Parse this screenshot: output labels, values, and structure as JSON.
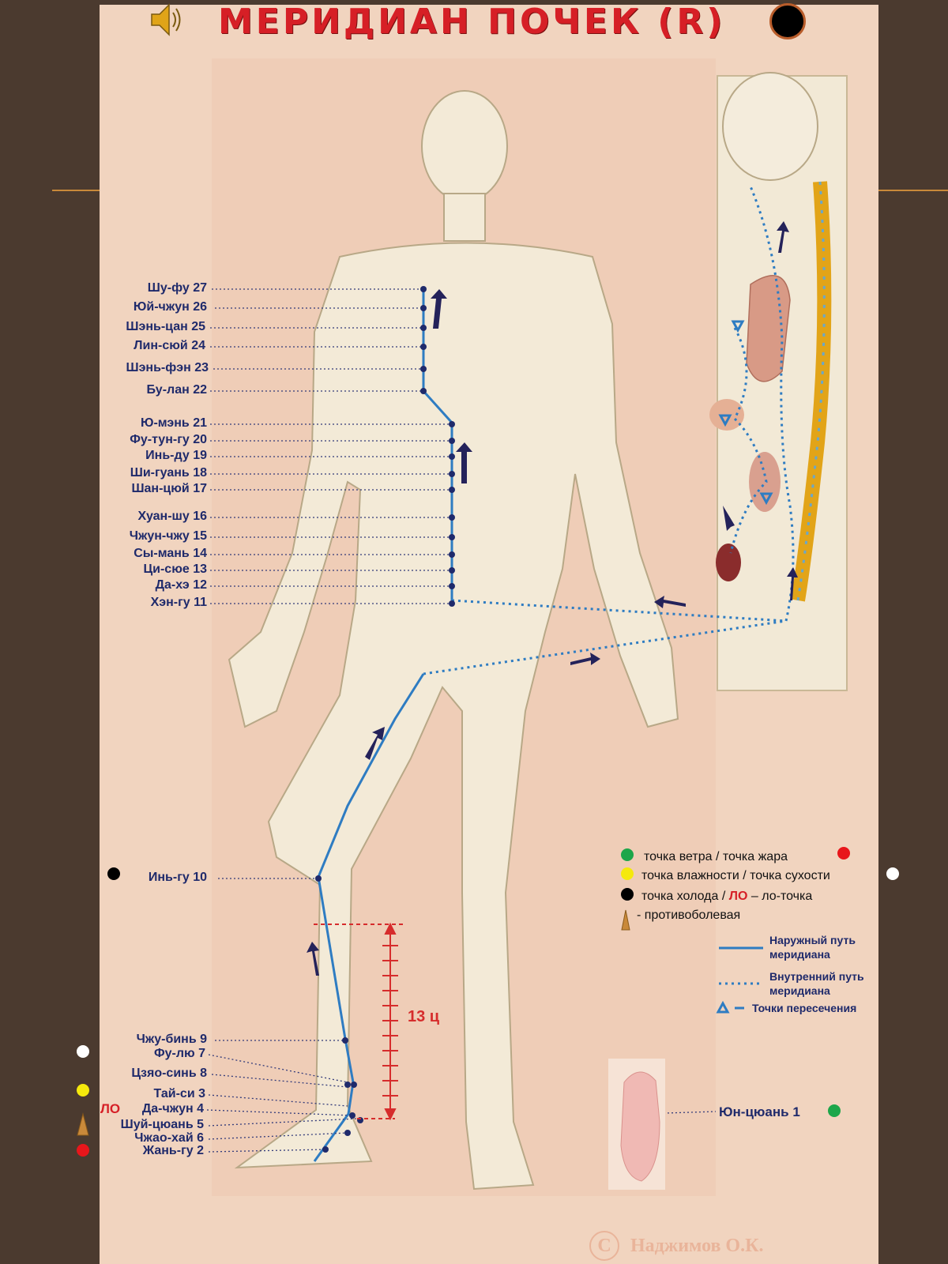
{
  "title": "МЕРИДИАН ПОЧЕК (R)",
  "colors": {
    "background": "#4b3a2f",
    "panel": "#f1d4bf",
    "title": "#d61f26",
    "meridian": "#2e7cc2",
    "labels": "#1f2a6b",
    "wind": "#1da64a",
    "heat": "#e8161b",
    "moisture": "#f5e90c",
    "cold": "#000000"
  },
  "points_left": [
    {
      "label": "Шу-фу 27"
    },
    {
      "label": "Юй-чжун 26"
    },
    {
      "label": "Шэнь-цан 25"
    },
    {
      "label": "Лин-сюй 24"
    },
    {
      "label": "Шэнь-фэн 23"
    },
    {
      "label": "Бу-лан 22"
    },
    {
      "label": "Ю-мэнь 21"
    },
    {
      "label": "Фу-тун-гу 20"
    },
    {
      "label": "Инь-ду 19"
    },
    {
      "label": "Ши-гуань 18"
    },
    {
      "label": "Шан-цюй 17"
    },
    {
      "label": "Хуан-шу 16"
    },
    {
      "label": "Чжун-чжу 15"
    },
    {
      "label": "Сы-мань 14"
    },
    {
      "label": "Ци-сюе 13"
    },
    {
      "label": "Да-хэ 12"
    },
    {
      "label": "Хэн-гу 11"
    },
    {
      "label": "Инь-гу 10"
    },
    {
      "label": "Чжу-бинь 9"
    },
    {
      "label": "Фу-лю 7"
    },
    {
      "label": "Цзяо-синь 8"
    },
    {
      "label": "Тай-си 3"
    },
    {
      "label": "Да-чжун 4"
    },
    {
      "label": "Шуй-цюань 5"
    },
    {
      "label": "Чжао-хай 6"
    },
    {
      "label": "Жань-гу 2"
    }
  ],
  "lo_marker": "ЛО",
  "foot_point": "Юн-цюань 1",
  "ruler_label": "13 ц",
  "legend": {
    "wind_heat": "точка ветра  / точка жара",
    "moisture_dry": "точка влажности / точка сухости",
    "cold_prefix": "точка холода / ",
    "lo_word": "ЛО",
    "cold_suffix": " – ло-точка",
    "anti_pain": "- противоболевая",
    "external_path": "Наружный путь меридиана",
    "internal_path": "Внутренний путь меридиана",
    "crossing": "Точки пересечения"
  },
  "copyright": "Наджимов О.К.",
  "copyright_symbol": "С",
  "icons": [
    "speaker-icon",
    "triangle-cone-icon"
  ]
}
